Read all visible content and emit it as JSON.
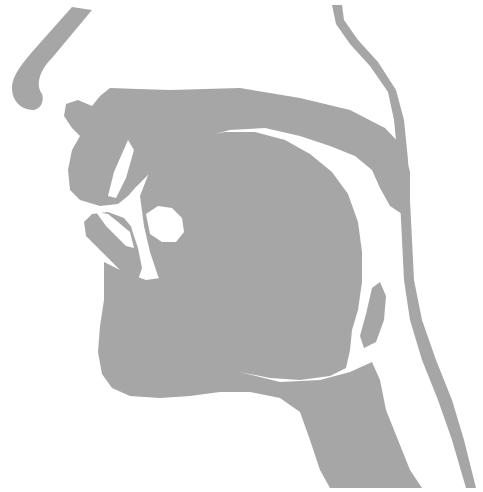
{
  "diagram": {
    "fill_color": "#a6a6a6",
    "background_color": "#ffffff",
    "regions": [
      "nose",
      "upper-lip",
      "palate",
      "velum",
      "pharynx-wall",
      "lower-lip",
      "tongue",
      "chin-and-throat"
    ]
  }
}
